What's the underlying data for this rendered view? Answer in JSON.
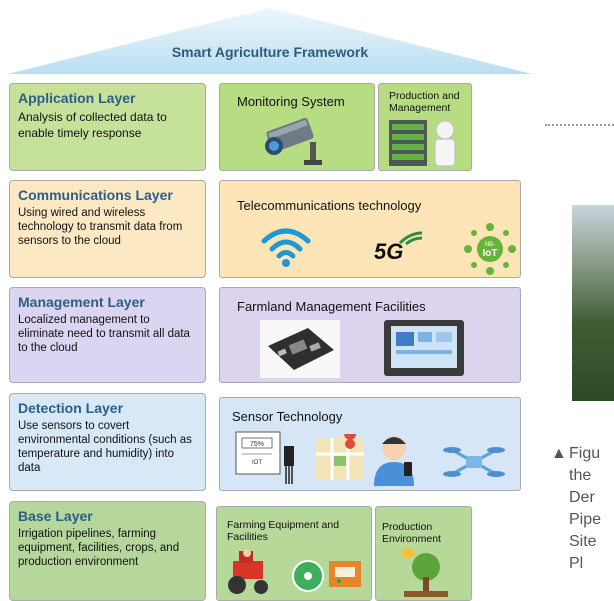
{
  "framework_title": "Smart Agriculture Framework",
  "layers": [
    {
      "title": "Application Layer",
      "desc": "Analysis of collected data to enable timely response",
      "color": "#c6e29a"
    },
    {
      "title": "Communications Layer",
      "desc": "Using wired and wireless technology to transmit data from sensors to the cloud",
      "color": "#fde8c4"
    },
    {
      "title": "Management Layer",
      "desc": "Localized management to eliminate need to transmit all data to the cloud",
      "color": "#dcd5f2"
    },
    {
      "title": "Detection Layer",
      "desc": "Use sensors to covert environmental conditions (such as temperature and humidity) into data",
      "color": "#d7e8f6"
    },
    {
      "title": "Base Layer",
      "desc": "Irrigation pipelines, farming equipment, facilities, crops, and production environment",
      "color": "#b6d79b"
    }
  ],
  "panels": {
    "monitoring": "Monitoring System",
    "production_mgmt": "Production and Management",
    "telecom": "Telecommunications technology",
    "farmland": "Farmland Management Facilities",
    "sensor": "Sensor Technology",
    "farming_equipment": "Farming Equipment and Facilities",
    "production_env": "Production Environment"
  },
  "icons": {
    "camera": "security-camera-icon",
    "worker": "worker-greenhouse-icon",
    "wifi": "wifi-icon",
    "fiveg": "5g-icon",
    "nbiot": "nb-iot-icon",
    "board": "circuit-board-icon",
    "tablet": "tablet-device-icon",
    "sensor_device": "sensor-device-icon",
    "map": "map-icon",
    "farmer": "farmer-with-phone-icon",
    "drone": "drone-icon",
    "tractor": "tractor-icon",
    "sprinkler": "sprinkler-icon",
    "controller": "controller-box-icon",
    "tree": "tree-icon"
  },
  "sensor_labels": {
    "hum": "75%",
    "iot": "IOT"
  },
  "fiveg_label": "5G",
  "nbiot_label": {
    "nb": "NB-",
    "iot": "IoT"
  },
  "caption": {
    "marker": "▲",
    "lines": [
      "Figu",
      "the",
      "Der",
      "Pipe",
      "Site",
      "Pl"
    ]
  }
}
